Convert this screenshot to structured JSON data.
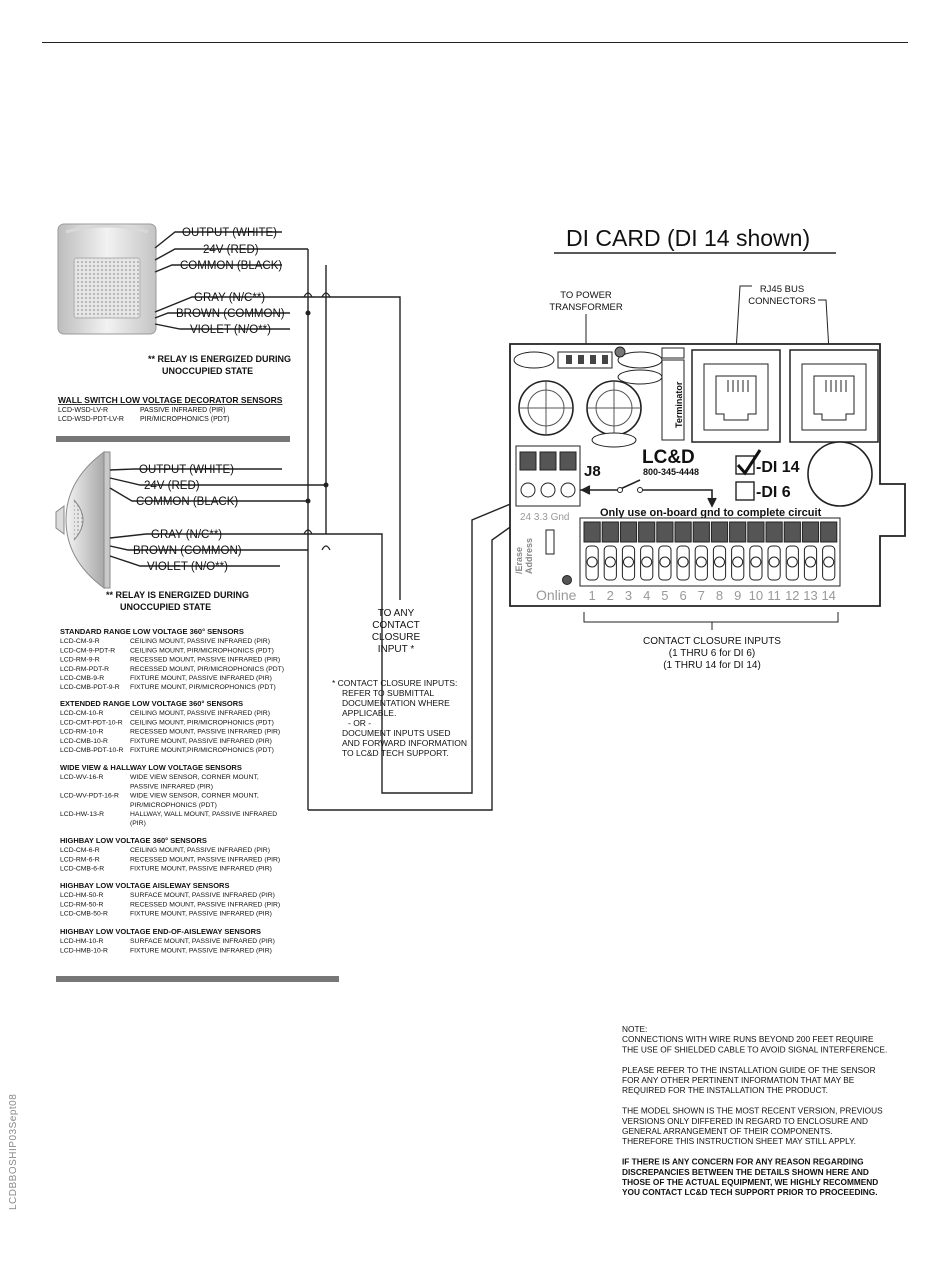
{
  "sensor1": {
    "wires": [
      "OUTPUT (WHITE)",
      "24V (RED)",
      "COMMON (BLACK)",
      "GRAY (N/C**)",
      "BROWN (COMMON)",
      "VIOLET (N/O**)"
    ],
    "relay_note": [
      "**  RELAY IS ENERGIZED DURING",
      "UNOCCUPIED STATE"
    ],
    "heading": "WALL SWITCH LOW VOLTAGE DECORATOR SENSORS",
    "models": [
      {
        "model": "LCD-WSD-LV-R",
        "desc": "PASSIVE INFRARED (PIR)"
      },
      {
        "model": "LCD-WSD-PDT-LV-R",
        "desc": "PIR/MICROPHONICS (PDT)"
      }
    ]
  },
  "sensor2": {
    "wires": [
      "OUTPUT (WHITE)",
      "24V (RED)",
      "COMMON (BLACK)",
      "GRAY (N/C**)",
      "BROWN (COMMON)",
      "VIOLET (N/O**)"
    ],
    "relay_note": [
      "**  RELAY IS ENERGIZED DURING",
      "UNOCCUPIED STATE"
    ],
    "groups": [
      {
        "heading": "STANDARD RANGE LOW VOLTAGE 360° SENSORS",
        "rows": [
          {
            "model": "LCD-CM-9-R",
            "desc": [
              "CEILING MOUNT, PASSIVE INFRARED (PIR)"
            ]
          },
          {
            "model": "LCD-CM-9-PDT-R",
            "desc": [
              "CEILING MOUNT, PIR/MICROPHONICS (PDT)"
            ]
          },
          {
            "model": "LCD-RM-9-R",
            "desc": [
              "RECESSED MOUNT, PASSIVE INFRARED (PIR)"
            ]
          },
          {
            "model": "LCD-RM-PDT-R",
            "desc": [
              "RECESSED MOUNT, PIR/MICROPHONICS (PDT)"
            ]
          },
          {
            "model": "LCD-CMB-9-R",
            "desc": [
              "FIXTURE MOUNT, PASSIVE INFRARED (PIR)"
            ]
          },
          {
            "model": "LCD-CMB-PDT-9-R",
            "desc": [
              "FIXTURE MOUNT, PIR/MICROPHONICS (PDT)"
            ]
          }
        ]
      },
      {
        "heading": "EXTENDED RANGE LOW VOLTAGE 360° SENSORS",
        "rows": [
          {
            "model": "LCD-CM-10-R",
            "desc": [
              "CEILING MOUNT, PASSIVE INFRARED (PIR)"
            ]
          },
          {
            "model": "LCD-CMT-PDT-10-R",
            "desc": [
              "CEILING MOUNT, PIR/MICROPHONICS (PDT)"
            ]
          },
          {
            "model": "LCD-RM-10-R",
            "desc": [
              "RECESSED MOUNT, PASSIVE INFRARED (PIR)"
            ]
          },
          {
            "model": "LCD-CMB-10-R",
            "desc": [
              "FIXTURE MOUNT, PASSIVE INFRARED (PIR)"
            ]
          },
          {
            "model": "LCD-CMB-PDT-10-R",
            "desc": [
              "FIXTURE MOUNT,PIR/MICROPHONICS (PDT)"
            ]
          }
        ]
      },
      {
        "heading": "WIDE VIEW & HALLWAY LOW VOLTAGE SENSORS",
        "rows": [
          {
            "model": "LCD-WV-16-R",
            "desc": [
              "WIDE VIEW SENSOR, CORNER MOUNT,",
              "PASSIVE INFRARED (PIR)"
            ]
          },
          {
            "model": "LCD-WV-PDT-16-R",
            "desc": [
              "WIDE VIEW SENSOR, CORNER MOUNT,",
              "PIR/MICROPHONICS (PDT)"
            ]
          },
          {
            "model": "LCD-HW-13-R",
            "desc": [
              "HALLWAY, WALL MOUNT, PASSIVE INFRARED",
              "(PIR)"
            ]
          }
        ]
      },
      {
        "heading": "HIGHBAY LOW VOLTAGE 360° SENSORS",
        "rows": [
          {
            "model": "LCD-CM-6-R",
            "desc": [
              "CEILING MOUNT, PASSIVE INFRARED (PIR)"
            ]
          },
          {
            "model": "LCD-RM-6-R",
            "desc": [
              "RECESSED MOUNT, PASSIVE INFRARED (PIR)"
            ]
          },
          {
            "model": "LCD-CMB-6-R",
            "desc": [
              "FIXTURE MOUNT, PASSIVE INFRARED (PIR)"
            ]
          }
        ]
      },
      {
        "heading": "HIGHBAY LOW VOLTAGE AISLEWAY SENSORS",
        "rows": [
          {
            "model": "LCD-HM-50-R",
            "desc": [
              "SURFACE MOUNT, PASSIVE INFRARED (PIR)"
            ]
          },
          {
            "model": "LCD-RM-50-R",
            "desc": [
              "RECESSED MOUNT, PASSIVE INFRARED (PIR)"
            ]
          },
          {
            "model": "LCD-CMB-50-R",
            "desc": [
              "FIXTURE MOUNT, PASSIVE INFRARED (PIR)"
            ]
          }
        ]
      },
      {
        "heading": "HIGHBAY LOW VOLTAGE END-OF-AISLEWAY SENSORS",
        "rows": [
          {
            "model": "LCD-HM-10-R",
            "desc": [
              "SURFACE MOUNT, PASSIVE INFRARED (PIR)"
            ]
          },
          {
            "model": "LCD-HMB-10-R",
            "desc": [
              "FIXTURE MOUNT, PASSIVE INFRARED (PIR)"
            ]
          }
        ]
      }
    ]
  },
  "contact_closure": {
    "label": [
      "TO ANY",
      "CONTACT",
      "CLOSURE",
      "INPUT *"
    ],
    "note": [
      "* CONTACT CLOSURE INPUTS:",
      "REFER TO SUBMITTAL",
      "DOCUMENTATION WHERE",
      "APPLICABLE.",
      "- OR -",
      "DOCUMENT INPUTS USED",
      "AND FORWARD INFORMATION",
      "TO LC&D TECH SUPPORT."
    ]
  },
  "di_card": {
    "title": "DI CARD (DI 14 shown)",
    "power_label": [
      "TO POWER",
      "TRANSFORMER"
    ],
    "rj45_label": [
      "RJ45 BUS",
      "CONNECTORS"
    ],
    "terminator": "Terminator",
    "brand": "LC&D",
    "phone": "800-345-4448",
    "j8": "J8",
    "di14": "-DI 14",
    "di6": "-DI 6",
    "gnd_note": "Only use on-board gnd to complete circuit",
    "j8_pins": "24 3.3 Gnd",
    "address": [
      "Address",
      "/Erase"
    ],
    "online": "Online",
    "inputs": [
      "1",
      "2",
      "3",
      "4",
      "5",
      "6",
      "7",
      "8",
      "9",
      "10",
      "11",
      "12",
      "13",
      "14"
    ],
    "inputs_label": [
      "CONTACT CLOSURE INPUTS",
      "(1 THRU 6 for DI 6)",
      "(1 THRU 14 for DI 14)"
    ]
  },
  "notes": {
    "paragraphs": [
      {
        "bold": false,
        "lines": [
          "NOTE:",
          "CONNECTIONS WITH WIRE RUNS BEYOND 200 FEET REQUIRE",
          "THE USE OF SHIELDED CABLE TO AVOID SIGNAL INTERFERENCE."
        ]
      },
      {
        "bold": false,
        "lines": [
          "PLEASE REFER TO THE INSTALLATION GUIDE OF THE SENSOR",
          "FOR ANY OTHER PERTINENT INFORMATION THAT MAY BE",
          "REQUIRED FOR THE INSTALLATION THE PRODUCT."
        ]
      },
      {
        "bold": false,
        "lines": [
          "THE MODEL SHOWN IS THE MOST RECENT VERSION, PREVIOUS",
          "VERSIONS ONLY DIFFERED IN REGARD TO ENCLOSURE AND",
          "GENERAL ARRANGEMENT OF THEIR  COMPONENTS.",
          "THEREFORE THIS INSTRUCTION SHEET MAY STILL APPLY."
        ]
      },
      {
        "bold": true,
        "lines": [
          "IF THERE IS ANY CONCERN FOR ANY REASON REGARDING",
          "DISCREPANCIES BETWEEN THE DETAILS SHOWN HERE AND",
          "THOSE OF THE ACTUAL EQUIPMENT, WE HIGHLY RECOMMEND",
          "YOU CONTACT LC&D TECH SUPPORT PRIOR TO PROCEEDING."
        ]
      }
    ]
  },
  "doc_code": "LCDBBOSHIP03Sept08"
}
